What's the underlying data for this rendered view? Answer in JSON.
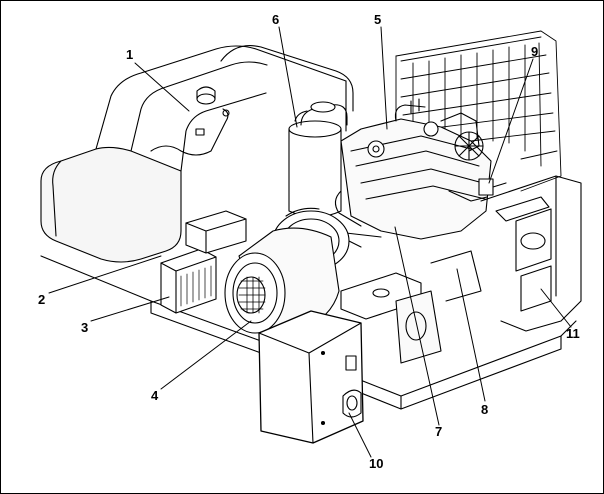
{
  "callouts": [
    {
      "id": "1",
      "label": "1"
    },
    {
      "id": "2",
      "label": "2"
    },
    {
      "id": "3",
      "label": "3"
    },
    {
      "id": "4",
      "label": "4"
    },
    {
      "id": "5",
      "label": "5"
    },
    {
      "id": "6",
      "label": "6"
    },
    {
      "id": "7",
      "label": "7"
    },
    {
      "id": "8",
      "label": "8"
    },
    {
      "id": "9",
      "label": "9"
    },
    {
      "id": "10",
      "label": "10"
    },
    {
      "id": "11",
      "label": "11"
    }
  ],
  "colors": {
    "line": "#000000",
    "background": "#ffffff",
    "shade": "#f2f2f2"
  }
}
